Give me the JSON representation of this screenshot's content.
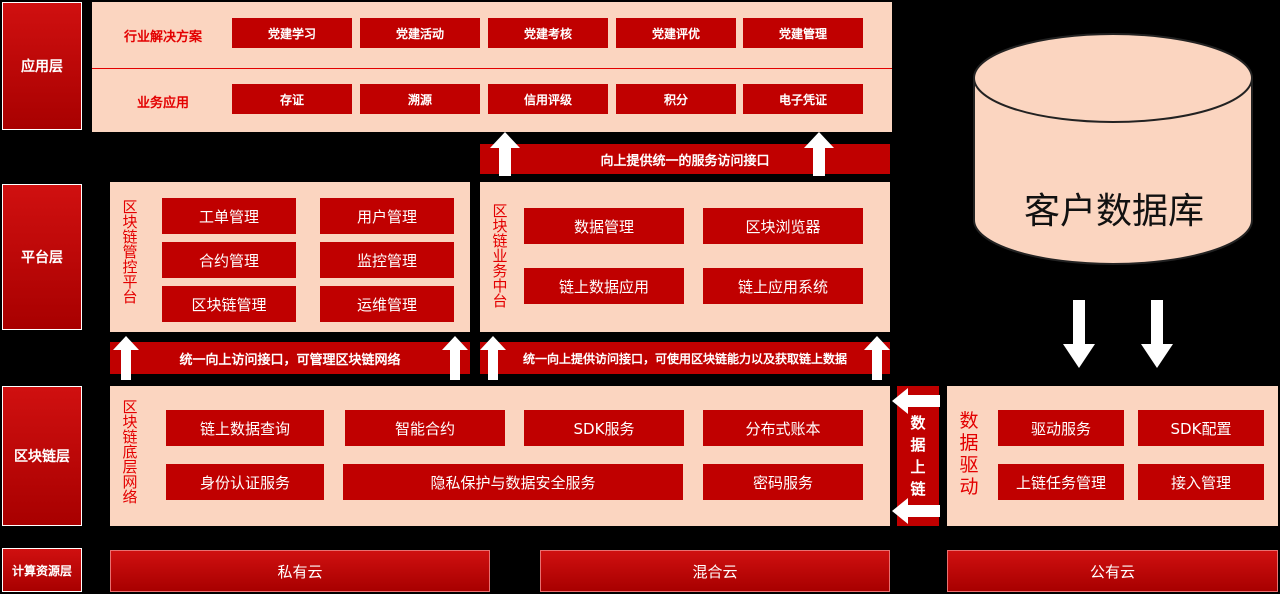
{
  "layers": {
    "application": "应用层",
    "platform": "平台层",
    "blockchain": "区块链层",
    "compute": "计算资源层"
  },
  "app": {
    "industry_label": "行业解决方案",
    "industry_items": [
      "党建学习",
      "党建活动",
      "党建考核",
      "党建评优",
      "党建管理"
    ],
    "business_label": "业务应用",
    "business_items": [
      "存证",
      "溯源",
      "信用评级",
      "积分",
      "电子凭证"
    ]
  },
  "banner_top": "向上提供统一的服务访问接口",
  "control": {
    "title": "区块链管控平台",
    "items": [
      "工单管理",
      "用户管理",
      "合约管理",
      "监控管理",
      "区块链管理",
      "运维管理"
    ]
  },
  "middle": {
    "title": "区块链业务中台",
    "items": [
      "数据管理",
      "区块浏览器",
      "链上数据应用",
      "链上应用系统"
    ]
  },
  "banner_left": "统一向上访问接口，可管理区块链网络",
  "banner_right": "统一向上提供访问接口，可使用区块链能力以及获取链上数据",
  "chain": {
    "title": "区块链底层网络",
    "row1": [
      "链上数据查询",
      "智能合约",
      "SDK服务",
      "分布式账本"
    ],
    "row2": [
      "身份认证服务",
      "隐私保护与数据安全服务",
      "密码服务"
    ]
  },
  "uplink_label": "数据上链",
  "driver": {
    "title": "数据驱动",
    "items": [
      "驱动服务",
      "SDK配置",
      "上链任务管理",
      "接入管理"
    ]
  },
  "database": "客户数据库",
  "compute": [
    "私有云",
    "混合云",
    "公有云"
  ]
}
